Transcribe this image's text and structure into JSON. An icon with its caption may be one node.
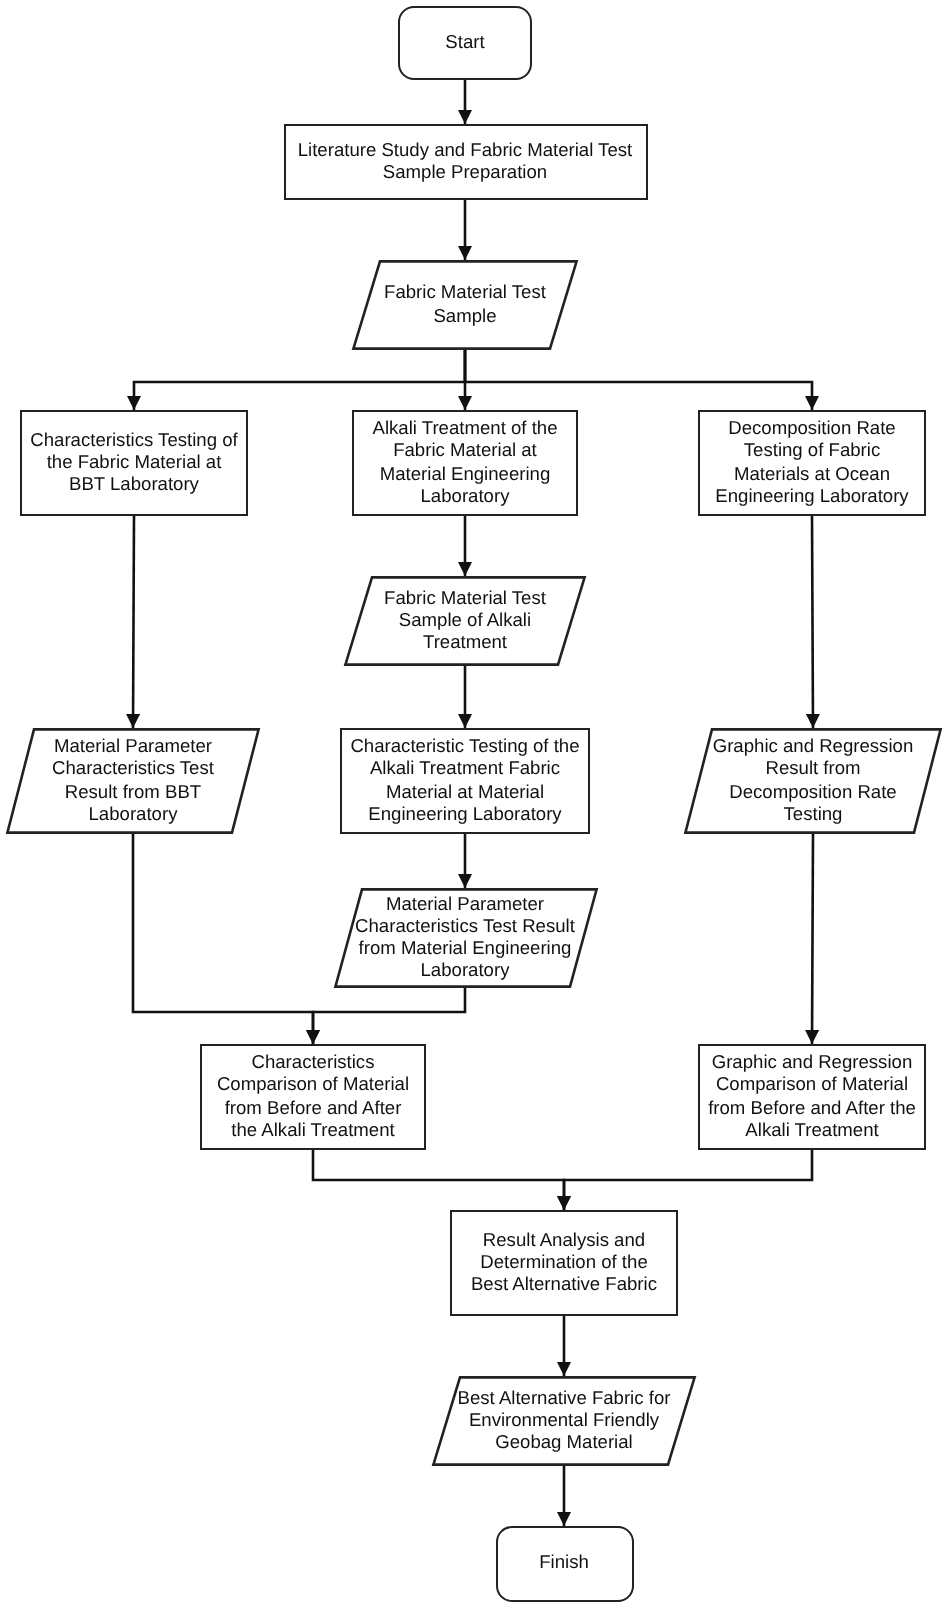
{
  "diagram": {
    "nodes": [
      {
        "text": [
          "Start"
        ]
      },
      {
        "text": [
          "Literature Study and Fabric Material Test Sample Preparation"
        ]
      },
      {
        "text": [
          "Fabric Material Test Sample"
        ]
      },
      {
        "text": [
          "Characteristics Testing of the Fabric Material at BBT Laboratory"
        ]
      },
      {
        "text": [
          "Alkali Treatment of the Fabric Material at Material Engineering Laboratory"
        ]
      },
      {
        "text": [
          "Decomposition Rate Testing of Fabric Materials at Ocean Engineering Laboratory"
        ]
      },
      {
        "text": [
          "Fabric Material Test Sample of Alkali Treatment"
        ]
      },
      {
        "text": [
          "Material Parameter Characteristics Test Result from BBT Laboratory"
        ]
      },
      {
        "text": [
          "Characteristic Testing of the Alkali Treatment Fabric Material at Material Engineering Laboratory"
        ]
      },
      {
        "text": [
          "Graphic and Regression Result from Decomposition Rate Testing"
        ]
      },
      {
        "text": [
          "Material Parameter Characteristics Test Result from Material Engineering Laboratory"
        ]
      },
      {
        "text": [
          "Characteristics Comparison of Material from Before and After the Alkali Treatment"
        ]
      },
      {
        "text": [
          "Graphic and Regression Comparison of Material from Before and After the Alkali Treatment"
        ]
      },
      {
        "text": [
          "Result Analysis and Determination of the Best Alternative Fabric"
        ]
      },
      {
        "text": [
          "Best Alternative Fabric for Environmental Friendly Geobag Material"
        ]
      },
      {
        "text": [
          "Finish"
        ]
      }
    ],
    "edges": [
      {
        "from": 0,
        "to": 1,
        "arrow": "to"
      },
      {
        "from": 1,
        "to": 2,
        "arrow": "to"
      },
      {
        "from": 2,
        "to": 3,
        "arrow": "to"
      },
      {
        "from": 2,
        "to": 4,
        "arrow": "to"
      },
      {
        "from": 2,
        "to": 5,
        "arrow": "to"
      },
      {
        "from": 3,
        "to": 7,
        "arrow": "to"
      },
      {
        "from": 4,
        "to": 6,
        "arrow": "to"
      },
      {
        "from": 6,
        "to": 8,
        "arrow": "to"
      },
      {
        "from": 8,
        "to": 10,
        "arrow": "to"
      },
      {
        "from": 5,
        "to": 9,
        "arrow": "to"
      },
      {
        "from": 7,
        "to": 11,
        "arrow": "to"
      },
      {
        "from": 10,
        "to": 11,
        "arrow": "to"
      },
      {
        "from": 9,
        "to": 12,
        "arrow": "to"
      },
      {
        "from": 11,
        "to": 13,
        "arrow": "to"
      },
      {
        "from": 12,
        "to": 13,
        "arrow": "to"
      },
      {
        "from": 13,
        "to": 14,
        "arrow": "to"
      },
      {
        "from": 14,
        "to": 15,
        "arrow": "to"
      }
    ]
  }
}
